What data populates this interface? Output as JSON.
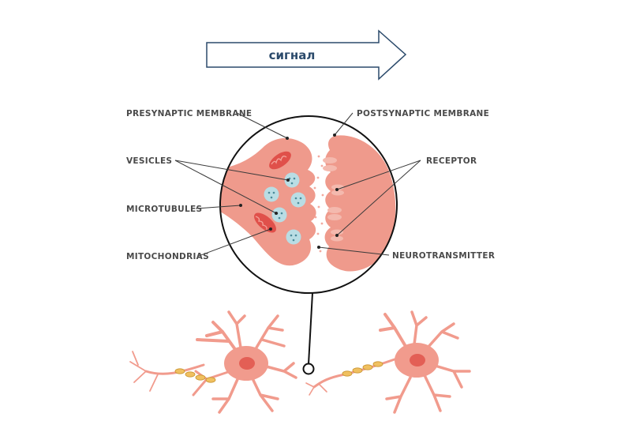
{
  "signal": {
    "label": "сигнал"
  },
  "labels": {
    "presynaptic_membrane": "PRESYNAPTIC MEMBRANE",
    "postsynaptic_membrane": "POSTSYNAPTIC MEMBRANE",
    "vesicles": "VESICLES",
    "receptor": "RECEPTOR",
    "microtubules": "MICROTUBULES",
    "mitochondrias": "MITOCHONDRIAS",
    "neurotransmitter": "NEUROTRANSMITTER"
  },
  "colors": {
    "membrane": "#ef9a8c",
    "membrane_light": "#f5b8ad",
    "mitochondria": "#e0504a",
    "vesicle": "#b9dde4",
    "arrow_stroke": "#2b4a6b",
    "nucleus": "#e35f55",
    "myelin": "#f0c060"
  }
}
